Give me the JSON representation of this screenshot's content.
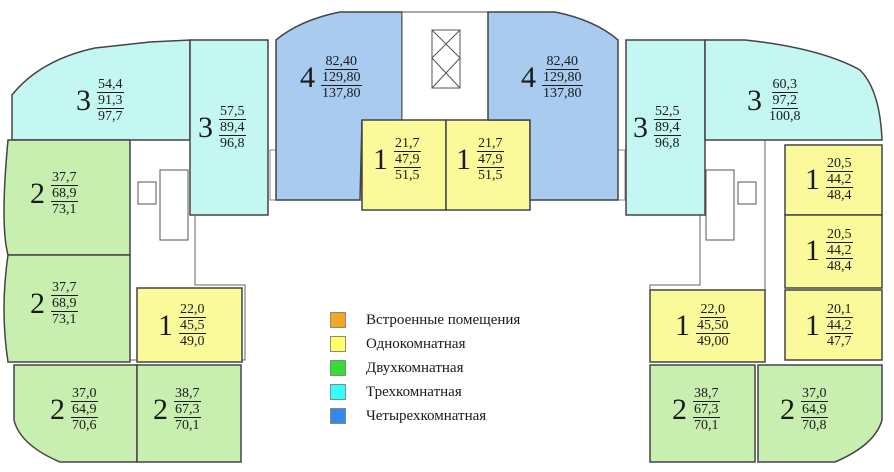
{
  "legend": [
    {
      "label": "Встроенные помещения",
      "color": "#f4a81d"
    },
    {
      "label": "Однокомнатная",
      "color": "#ffff66"
    },
    {
      "label": "Двухкомнатная",
      "color": "#33dd33"
    },
    {
      "label": "Трехкомнатная",
      "color": "#33ffff"
    },
    {
      "label": "Четырехкомнатная",
      "color": "#3388ee"
    }
  ],
  "fill_colors": {
    "one_room": "#fafa9a",
    "two_room": "#c8eeb0",
    "three_room": "#c4f7f2",
    "four_room": "#a8cbef",
    "walls": "#444444",
    "corridor": "#ffffff"
  },
  "apartments": [
    {
      "rooms": "3",
      "areas": [
        "54,4",
        "91,3",
        "97,7"
      ]
    },
    {
      "rooms": "3",
      "areas": [
        "57,5",
        "89,4",
        "96,8"
      ]
    },
    {
      "rooms": "4",
      "areas": [
        "82,40",
        "129,80",
        "137,80"
      ]
    },
    {
      "rooms": "1",
      "areas": [
        "21,7",
        "47,9",
        "51,5"
      ]
    },
    {
      "rooms": "1",
      "areas": [
        "21,7",
        "47,9",
        "51,5"
      ]
    },
    {
      "rooms": "4",
      "areas": [
        "82,40",
        "129,80",
        "137,80"
      ]
    },
    {
      "rooms": "3",
      "areas": [
        "52,5",
        "89,4",
        "96,8"
      ]
    },
    {
      "rooms": "3",
      "areas": [
        "60,3",
        "97,2",
        "100,8"
      ]
    },
    {
      "rooms": "2",
      "areas": [
        "37,7",
        "68,9",
        "73,1"
      ]
    },
    {
      "rooms": "2",
      "areas": [
        "37,7",
        "68,9",
        "73,1"
      ]
    },
    {
      "rooms": "1",
      "areas": [
        "22,0",
        "45,5",
        "49,0"
      ]
    },
    {
      "rooms": "2",
      "areas": [
        "37,0",
        "64,9",
        "70,6"
      ]
    },
    {
      "rooms": "2",
      "areas": [
        "38,7",
        "67,3",
        "70,1"
      ]
    },
    {
      "rooms": "1",
      "areas": [
        "20,5",
        "44,2",
        "48,4"
      ]
    },
    {
      "rooms": "1",
      "areas": [
        "20,5",
        "44,2",
        "48,4"
      ]
    },
    {
      "rooms": "1",
      "areas": [
        "22,0",
        "45,50",
        "49,00"
      ]
    },
    {
      "rooms": "1",
      "areas": [
        "20,1",
        "44,2",
        "47,7"
      ]
    },
    {
      "rooms": "2",
      "areas": [
        "38,7",
        "67,3",
        "70,1"
      ]
    },
    {
      "rooms": "2",
      "areas": [
        "37,0",
        "64,9",
        "70,8"
      ]
    }
  ]
}
